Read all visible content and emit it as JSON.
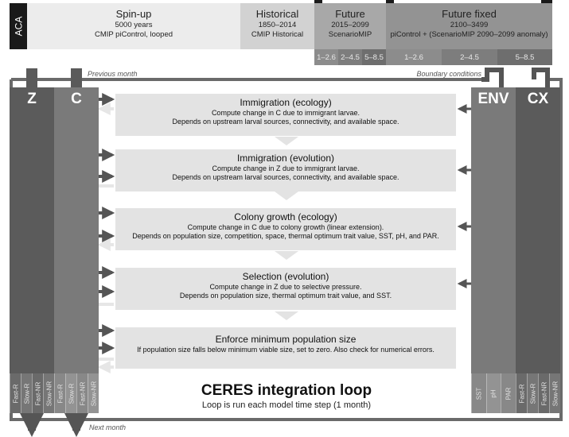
{
  "header": {
    "aca_label": "ACA",
    "phases": [
      {
        "title": "Spin-up",
        "lines": [
          "5000 years",
          "CMIP piControl, looped"
        ]
      },
      {
        "title": "Historical",
        "lines": [
          "1850–2014",
          "CMIP Historical"
        ]
      },
      {
        "title": "Future",
        "lines": [
          "2015–2099",
          "ScenarioMIP"
        ]
      },
      {
        "title": "Future fixed",
        "lines": [
          "2100–3499",
          "piControl + (ScenarioMIP 2090–2099 anomaly)"
        ]
      }
    ],
    "future_scenarios": [
      "1–2.6",
      "2–4.5",
      "5–8.5"
    ],
    "fixed_scenarios": [
      "1–2.6",
      "2–4.5",
      "5–8.5"
    ]
  },
  "notes": {
    "previous_month": "Previous month",
    "boundary_conditions": "Boundary conditions",
    "next_month": "Next month"
  },
  "columns": {
    "z": {
      "label": "Z",
      "sub": [
        "Fast-R",
        "Slow-R",
        "Fast-NR",
        "Slow-NR"
      ]
    },
    "c": {
      "label": "C",
      "sub": [
        "Fast-R",
        "Slow-R",
        "Fast-NR",
        "Slow-NR"
      ]
    },
    "env": {
      "label": "ENV",
      "sub": [
        "SST",
        "pH",
        "PAR"
      ]
    },
    "cx": {
      "label": "CX",
      "sub": [
        "Fast-R",
        "Slow-R",
        "Fast-NR",
        "Slow-NR"
      ]
    }
  },
  "steps": [
    {
      "title": "Immigration (ecology)",
      "lines": [
        "Compute change in C due to immigrant larvae.",
        "Depends on upstream larval sources, connectivity, and available space."
      ]
    },
    {
      "title": "Immigration (evolution)",
      "lines": [
        "Compute change in Z due to immigrant larvae.",
        "Depends on upstream larval sources, connectivity, and available space."
      ]
    },
    {
      "title": "Colony growth (ecology)",
      "lines": [
        "Compute change in C due to colony growth (linear extension).",
        "Depends on population size, competition, space, thermal optimum trait value, SST, pH, and PAR."
      ]
    },
    {
      "title": "Selection (evolution)",
      "lines": [
        "Compute change in Z due to selective pressure.",
        "Depends on population size, thermal optimum trait value, and SST."
      ]
    },
    {
      "title": "Enforce minimum population size",
      "lines": [
        "If population size falls below minimum viable size, set to zero. Also check for numerical errors."
      ]
    }
  ],
  "loop": {
    "title": "CERES integration loop",
    "subtitle": "Loop is run each model time step (1 month)"
  }
}
